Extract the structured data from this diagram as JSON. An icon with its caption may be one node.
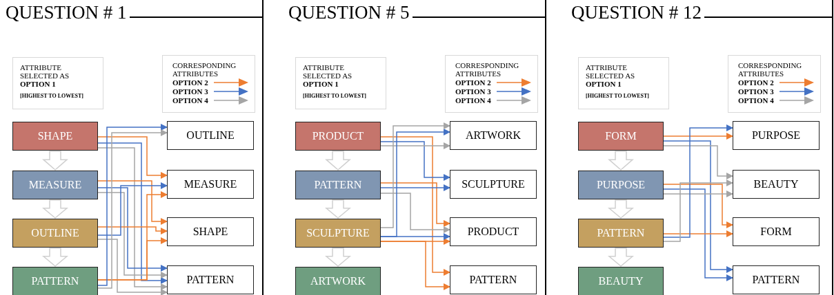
{
  "diagram": {
    "nodes": [
      {
        "text": [
          "QUESTION # 1"
        ]
      },
      {
        "text": [
          "ATTRIBUTE SELECTED AS",
          "OPTION 1",
          "[HIGHEST TO LOWEST]"
        ],
        "in": 0
      },
      {
        "text": [
          "CORRESPONDING ATTRIBUTES"
        ],
        "in": 0
      },
      {
        "text": [
          "SHAPE"
        ],
        "in": 0
      },
      {
        "text": [
          "MEASURE"
        ],
        "in": 0
      },
      {
        "text": [
          "OUTLINE"
        ],
        "in": 0
      },
      {
        "text": [
          "PATTERN"
        ],
        "in": 0
      },
      {
        "text": [
          "OUTLINE"
        ],
        "in": 0
      },
      {
        "text": [
          "MEASURE"
        ],
        "in": 0
      },
      {
        "text": [
          "SHAPE"
        ],
        "in": 0
      },
      {
        "text": [
          "PATTERN"
        ],
        "in": 0
      },
      {
        "text": [
          "QUESTION # 5"
        ]
      },
      {
        "text": [
          "ATTRIBUTE SELECTED AS",
          "OPTION 1",
          "[HIGHEST TO LOWEST]"
        ],
        "in": 11
      },
      {
        "text": [
          "CORRESPONDING ATTRIBUTES"
        ],
        "in": 11
      },
      {
        "text": [
          "PRODUCT"
        ],
        "in": 11
      },
      {
        "text": [
          "PATTERN"
        ],
        "in": 11
      },
      {
        "text": [
          "SCULPTURE"
        ],
        "in": 11
      },
      {
        "text": [
          "ARTWORK"
        ],
        "in": 11
      },
      {
        "text": [
          "ARTWORK"
        ],
        "in": 11
      },
      {
        "text": [
          "SCULPTURE"
        ],
        "in": 11
      },
      {
        "text": [
          "PRODUCT"
        ],
        "in": 11
      },
      {
        "text": [
          "PATTERN"
        ],
        "in": 11
      },
      {
        "text": [
          "QUESTION # 12"
        ]
      },
      {
        "text": [
          "ATTRIBUTE SELECTED AS",
          "OPTION 1",
          "[HIGHEST TO LOWEST]"
        ],
        "in": 22
      },
      {
        "text": [
          "CORRESPONDING ATTRIBUTES"
        ],
        "in": 22
      },
      {
        "text": [
          "FORM"
        ],
        "in": 22
      },
      {
        "text": [
          "PURPOSE"
        ],
        "in": 22
      },
      {
        "text": [
          "PATTERN"
        ],
        "in": 22
      },
      {
        "text": [
          "BEAUTY"
        ],
        "in": 22
      },
      {
        "text": [
          "PURPOSE"
        ],
        "in": 22
      },
      {
        "text": [
          "BEAUTY"
        ],
        "in": 22
      },
      {
        "text": [
          "FORM"
        ],
        "in": 22
      },
      {
        "text": [
          "PATTERN"
        ],
        "in": 22
      }
    ],
    "edges": [
      {
        "from": 3,
        "to": 4,
        "arrow": "to",
        "style": "thick",
        "color": "#d0d0d0"
      },
      {
        "from": 4,
        "to": 5,
        "arrow": "to",
        "style": "thick",
        "color": "#d0d0d0"
      },
      {
        "from": 5,
        "to": 6,
        "arrow": "to",
        "style": "thick",
        "color": "#d0d0d0"
      },
      {
        "from": 3,
        "to": 8,
        "arrow": "to",
        "color": "#ed7d31"
      },
      {
        "from": 3,
        "to": 10,
        "arrow": "to",
        "color": "#4472c4"
      },
      {
        "from": 3,
        "to": 10,
        "arrow": "to",
        "color": "#a5a5a5"
      },
      {
        "from": 4,
        "to": 9,
        "arrow": "to",
        "color": "#ed7d31"
      },
      {
        "from": 4,
        "to": 10,
        "arrow": "to",
        "color": "#4472c4"
      },
      {
        "from": 4,
        "to": 10,
        "arrow": "to",
        "color": "#a5a5a5"
      },
      {
        "from": 5,
        "to": 9,
        "arrow": "to",
        "color": "#ed7d31"
      },
      {
        "from": 5,
        "to": 8,
        "arrow": "to",
        "color": "#4472c4"
      },
      {
        "from": 5,
        "to": 10,
        "arrow": "to",
        "color": "#a5a5a5"
      },
      {
        "from": 6,
        "to": 8,
        "arrow": "to",
        "color": "#ed7d31"
      },
      {
        "from": 6,
        "to": 9,
        "arrow": "to",
        "color": "#ed7d31"
      },
      {
        "from": 6,
        "to": 7,
        "arrow": "to",
        "color": "#4472c4"
      },
      {
        "from": 6,
        "to": 7,
        "arrow": "to",
        "color": "#a5a5a5"
      },
      {
        "from": 14,
        "to": 15,
        "arrow": "to",
        "style": "thick",
        "color": "#d0d0d0"
      },
      {
        "from": 15,
        "to": 16,
        "arrow": "to",
        "style": "thick",
        "color": "#d0d0d0"
      },
      {
        "from": 16,
        "to": 17,
        "arrow": "to",
        "style": "thick",
        "color": "#d0d0d0"
      },
      {
        "from": 14,
        "to": 21,
        "arrow": "to",
        "color": "#ed7d31"
      },
      {
        "from": 14,
        "to": 19,
        "arrow": "to",
        "color": "#4472c4"
      },
      {
        "from": 14,
        "to": 18,
        "arrow": "to",
        "color": "#a5a5a5"
      },
      {
        "from": 15,
        "to": 20,
        "arrow": "to",
        "color": "#ed7d31"
      },
      {
        "from": 15,
        "to": 19,
        "arrow": "to",
        "color": "#4472c4"
      },
      {
        "from": 15,
        "to": 20,
        "arrow": "to",
        "color": "#a5a5a5"
      },
      {
        "from": 16,
        "to": 20,
        "arrow": "to",
        "color": "#ed7d31"
      },
      {
        "from": 16,
        "to": 21,
        "arrow": "to",
        "color": "#ed7d31"
      },
      {
        "from": 16,
        "to": 18,
        "arrow": "to",
        "color": "#4472c4"
      },
      {
        "from": 16,
        "to": 20,
        "arrow": "to",
        "color": "#4472c4"
      },
      {
        "from": 16,
        "to": 18,
        "arrow": "to",
        "color": "#a5a5a5"
      },
      {
        "from": 25,
        "to": 26,
        "arrow": "to",
        "style": "thick",
        "color": "#d0d0d0"
      },
      {
        "from": 26,
        "to": 27,
        "arrow": "to",
        "style": "thick",
        "color": "#d0d0d0"
      },
      {
        "from": 27,
        "to": 28,
        "arrow": "to",
        "style": "thick",
        "color": "#d0d0d0"
      },
      {
        "from": 25,
        "to": 29,
        "arrow": "to",
        "color": "#ed7d31"
      },
      {
        "from": 25,
        "to": 32,
        "arrow": "to",
        "color": "#4472c4"
      },
      {
        "from": 25,
        "to": 30,
        "arrow": "to",
        "color": "#a5a5a5"
      },
      {
        "from": 26,
        "to": 31,
        "arrow": "to",
        "color": "#ed7d31"
      },
      {
        "from": 26,
        "to": 32,
        "arrow": "to",
        "color": "#4472c4"
      },
      {
        "from": 26,
        "to": 30,
        "arrow": "to",
        "color": "#a5a5a5"
      },
      {
        "from": 27,
        "to": 31,
        "arrow": "to",
        "color": "#ed7d31"
      },
      {
        "from": 27,
        "to": 29,
        "arrow": "to",
        "color": "#4472c4"
      },
      {
        "from": 27,
        "to": 30,
        "arrow": "to",
        "color": "#a5a5a5"
      }
    ],
    "legend": [
      {
        "text": "OPTION 2",
        "color": "#ed7d31"
      },
      {
        "text": "OPTION 3",
        "color": "#4472c4"
      },
      {
        "text": "OPTION 4",
        "color": "#a5a5a5"
      },
      {
        "text": "OPTION 2",
        "color": "#ed7d31"
      },
      {
        "text": "OPTION 3",
        "color": "#4472c4"
      },
      {
        "text": "OPTION 4",
        "color": "#a5a5a5"
      },
      {
        "text": "OPTION 2",
        "color": "#ed7d31"
      },
      {
        "text": "OPTION 3",
        "color": "#4472c4"
      },
      {
        "text": "OPTION 4",
        "color": "#a5a5a5"
      }
    ]
  }
}
